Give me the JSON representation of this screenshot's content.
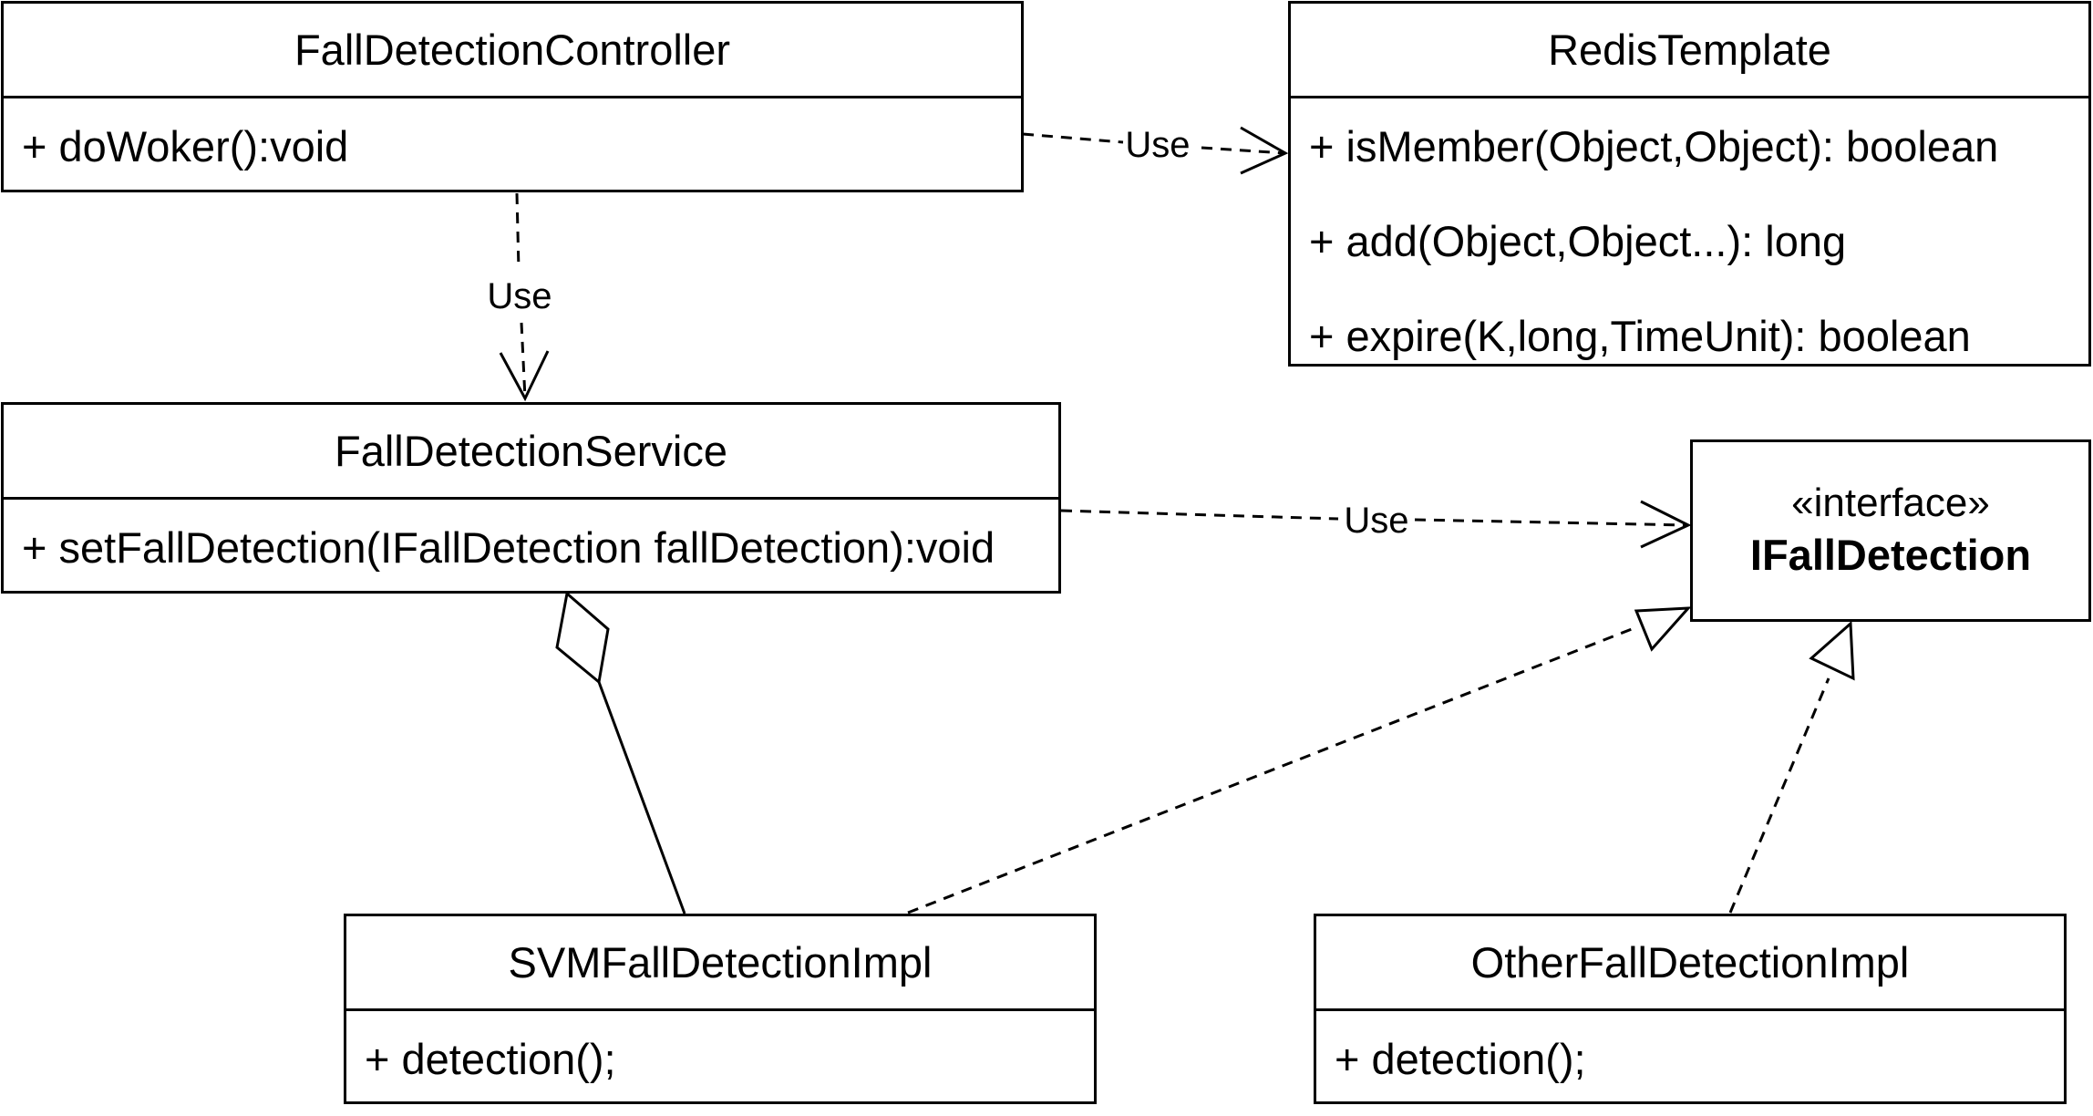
{
  "classes": {
    "controller": {
      "name": "FallDetectionController",
      "members": [
        "+ doWoker():void"
      ]
    },
    "redis": {
      "name": "RedisTemplate",
      "members": [
        "+ isMember(Object,Object): boolean",
        "+ add(Object,Object...): long",
        "+ expire(K,long,TimeUnit): boolean"
      ]
    },
    "service": {
      "name": "FallDetectionService",
      "members": [
        "+ setFallDetection(IFallDetection fallDetection):void"
      ]
    },
    "interface": {
      "stereotype": "«interface»",
      "name": "IFallDetection"
    },
    "svm": {
      "name": "SVMFallDetectionImpl",
      "members": [
        "+ detection();"
      ]
    },
    "other": {
      "name": "OtherFallDetectionImpl",
      "members": [
        "+ detection();"
      ]
    }
  },
  "relations": {
    "controller_redis": {
      "type": "dependency",
      "label": "Use"
    },
    "controller_service": {
      "type": "dependency",
      "label": "Use"
    },
    "service_interface": {
      "type": "dependency",
      "label": "Use"
    },
    "svm_service": {
      "type": "aggregation",
      "label": ""
    },
    "svm_interface": {
      "type": "realization",
      "label": ""
    },
    "other_interface": {
      "type": "realization",
      "label": ""
    }
  },
  "colors": {
    "line": "#000000",
    "background": "#ffffff"
  }
}
